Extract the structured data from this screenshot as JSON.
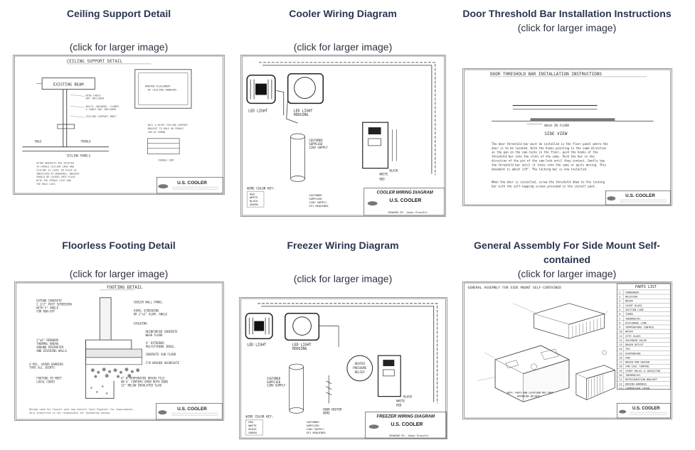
{
  "link_text": "(click for larger image)",
  "cards": [
    {
      "title": "Ceiling Support Detail",
      "drawing": {
        "heading": "CEILING SUPPORT DETAIL",
        "labels": [
          "EXISTING BEAM",
          "MALE",
          "FEMALE",
          "CEILING PANELS",
          "PROPER PLACEMENT OF CEILING HANGERS",
          "FEMALE CAM"
        ],
        "company": "U.S. COOLER"
      }
    },
    {
      "title": "Cooler Wiring Diagram",
      "drawing": {
        "heading": "COOLER WIRING DIAGRAM",
        "labels": [
          "LED LIGHT",
          "LED LIGHT HOUSING",
          "CUSTOMER SUPPLIED 120V SUPPLY",
          "WIRE COLOR KEY:",
          "RED",
          "WHITE",
          "BLACK",
          "GREEN",
          "CUSTOMER SUPPLIED 120V SUPPLY GFI REQUIRED"
        ],
        "company": "U.S. COOLER",
        "drawn_by": "DRAWING BY: James Proudfit"
      }
    },
    {
      "title": "Door Threshold Bar Installation Instructions",
      "drawing": {
        "heading": "DOOR THRESHOLD BAR INSTALLATION INSTRUCTIONS",
        "labels": [
          "WALK-IN FLOOR",
          "SIDE VIEW"
        ],
        "company": "U.S. COOLER"
      }
    },
    {
      "title": "Floorless Footing Detail",
      "drawing": {
        "heading": "FOOTING DETAIL",
        "labels": [
          "COOLER WALL PANEL",
          "CAULKING",
          "REINFORCED CONCRETE WEAR FLOOR",
          "4\" EXTRUDED POLYSTYRENE INSUL.",
          "CONCRETE SUB FLOOR",
          "2\"Ø WASHED AGGREGATE",
          "6 MIL. VAPOR BARRIER",
          "FOOTING TO MEET LOCAL CODES"
        ],
        "company": "U.S. COOLER"
      }
    },
    {
      "title": "Freezer Wiring Diagram",
      "drawing": {
        "heading": "FREEZER WIRING DIAGRAM",
        "labels": [
          "LED LIGHT",
          "LED LIGHT HOUSING",
          "HEATED PRESSURE RELIEF",
          "DOOR HEATER WIRE",
          "CUSTOMER SUPPLIED 120V SUPPLY",
          "WIRE COLOR KEY:",
          "RED",
          "WHITE",
          "BLACK",
          "GREEN"
        ],
        "company": "U.S. COOLER",
        "drawn_by": "DRAWING BY: James Proudfit"
      }
    },
    {
      "title": "General Assembly For Side Mount Self-contained",
      "drawing": {
        "heading": "GENERAL ASSEMBLY FOR SIDE MOUNT SELF-CONTAINED",
        "parts_title": "PARTS LIST",
        "parts": [
          "CONDENSER",
          "RECEIVER",
          "DRIER",
          "SIGHT GLASS",
          "SUCTION LINE",
          "TIMER",
          "THERMOSTAT",
          "DISCHARGE LINE",
          "TEMPERATURE CONTROL",
          "DRYER",
          "SITE GLASS",
          "SOLENOID VALVE",
          "DRAIN OUTLET",
          "TXV",
          "EVAPORATOR",
          "FAN",
          "DRAIN PAN HEATER",
          "FAN COIL CONTROL",
          "START RELAY & CAPACITOR",
          "THERMOSTAT",
          "REFRIGERATION BRACKET",
          "WIRING HARNESS",
          "COMPRESSOR COVER"
        ],
        "note": "NOTE: PARTS AND LOCATIONS MAY VARY DEPENDING ON UNIT",
        "company": "U.S. COOLER"
      }
    }
  ]
}
